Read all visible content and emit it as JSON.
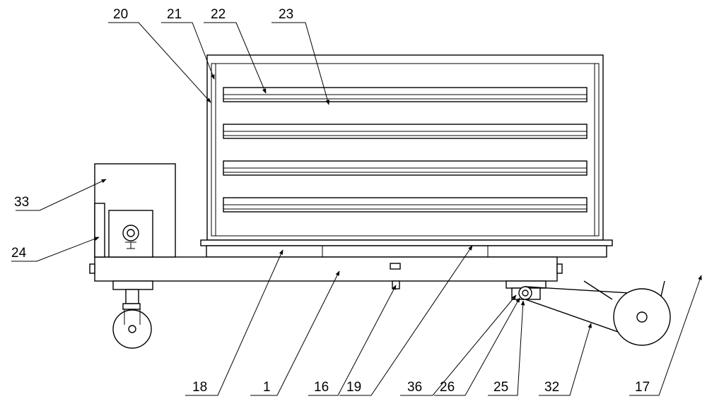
{
  "labels": {
    "l20": "20",
    "l21": "21",
    "l22": "22",
    "l23": "23",
    "l33": "33",
    "l24": "24",
    "l18": "18",
    "l1": "1",
    "l16": "16",
    "l19": "19",
    "l36": "36",
    "l26": "26",
    "l25": "25",
    "l32": "32",
    "l17": "17"
  }
}
